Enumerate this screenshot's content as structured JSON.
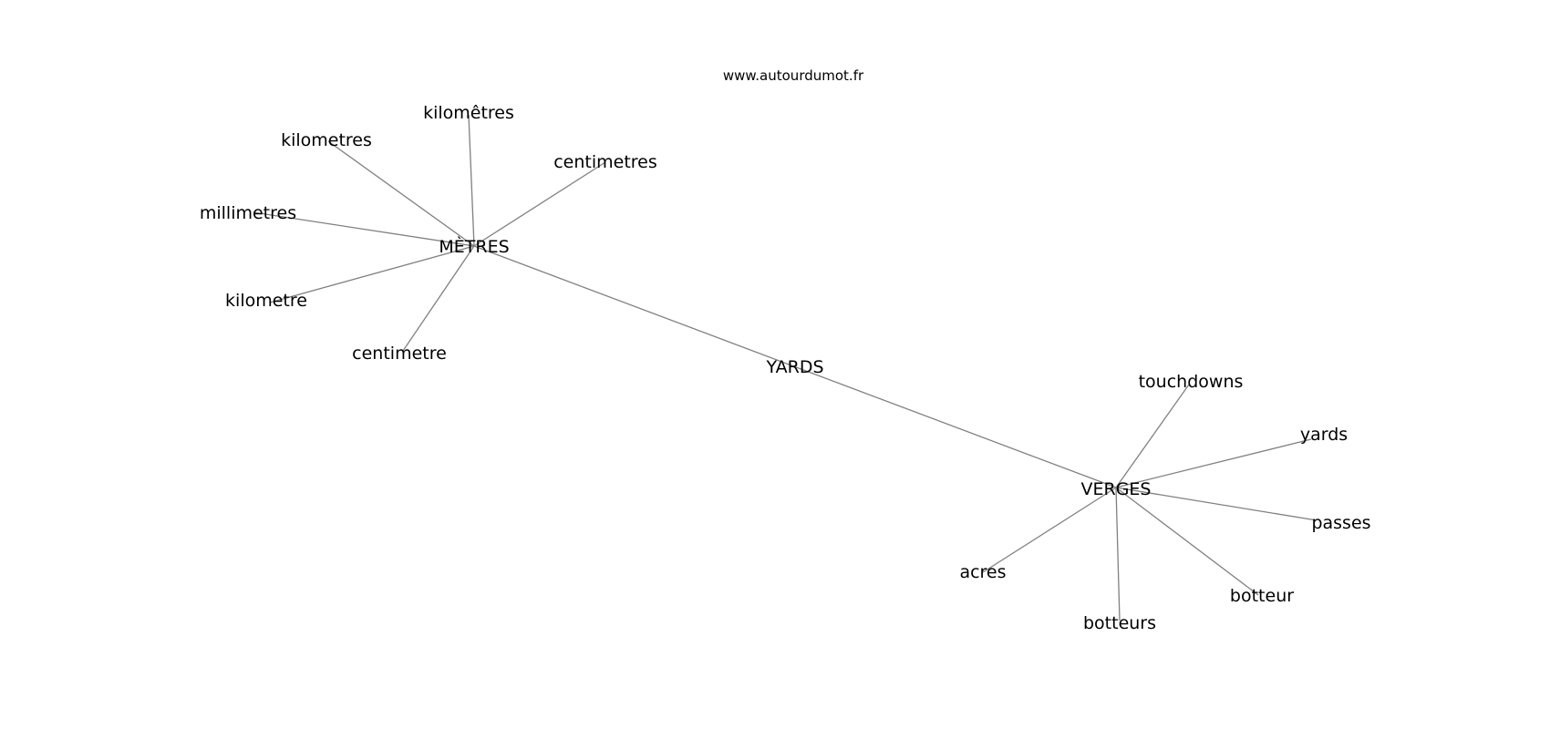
{
  "source": "www.autourdumot.fr",
  "nodes": [
    {
      "id": "metres",
      "label": "MÈTRES"
    },
    {
      "id": "yards_hub",
      "label": "YARDS"
    },
    {
      "id": "verges",
      "label": "VERGES"
    },
    {
      "id": "kilometres_acc",
      "label": "kilomêtres"
    },
    {
      "id": "kilometres",
      "label": "kilometres"
    },
    {
      "id": "centimetres",
      "label": "centimetres"
    },
    {
      "id": "millimetres",
      "label": "millimetres"
    },
    {
      "id": "kilometre",
      "label": "kilometre"
    },
    {
      "id": "centimetre",
      "label": "centimetre"
    },
    {
      "id": "touchdowns",
      "label": "touchdowns"
    },
    {
      "id": "yards",
      "label": "yards"
    },
    {
      "id": "passes",
      "label": "passes"
    },
    {
      "id": "botteur",
      "label": "botteur"
    },
    {
      "id": "botteurs",
      "label": "botteurs"
    },
    {
      "id": "acres",
      "label": "acres"
    }
  ],
  "edges": [
    [
      "metres",
      "verges"
    ],
    [
      "metres",
      "kilometres_acc"
    ],
    [
      "metres",
      "kilometres"
    ],
    [
      "metres",
      "centimetres"
    ],
    [
      "metres",
      "millimetres"
    ],
    [
      "metres",
      "kilometre"
    ],
    [
      "metres",
      "centimetre"
    ],
    [
      "verges",
      "touchdowns"
    ],
    [
      "verges",
      "yards"
    ],
    [
      "verges",
      "passes"
    ],
    [
      "verges",
      "botteur"
    ],
    [
      "verges",
      "botteurs"
    ],
    [
      "verges",
      "acres"
    ]
  ]
}
